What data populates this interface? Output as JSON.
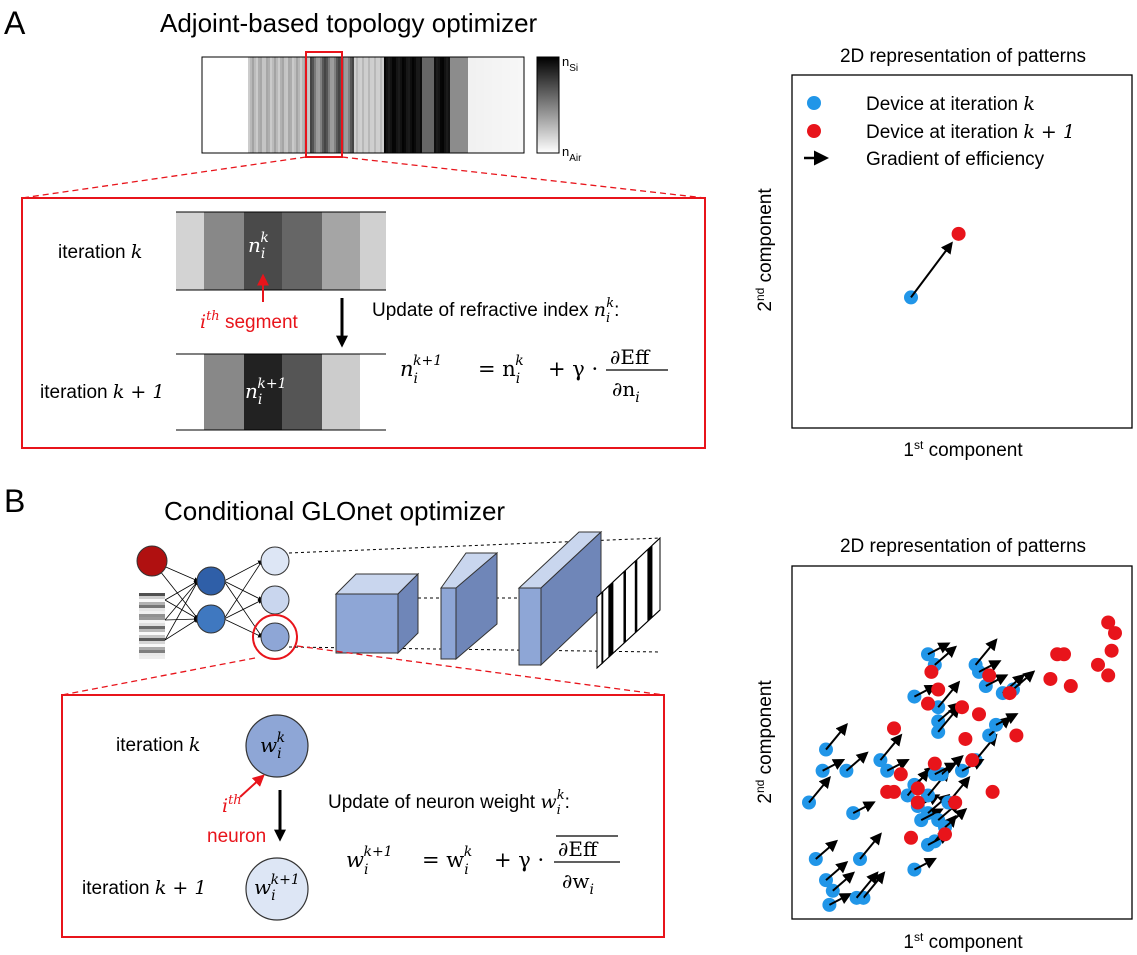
{
  "panel_a": {
    "letter": "A",
    "title": "Adjoint-based topology optimizer",
    "colorbar": {
      "top_label": "n",
      "top_sub": "Si",
      "bottom_label": "n",
      "bottom_sub": "Air"
    },
    "iteration_k_label": "iteration ",
    "iteration_k_var": "k",
    "iteration_k1_label": "iteration ",
    "iteration_k1_var": "k + 1",
    "segment_label_i": "i",
    "segment_label_th": "th",
    "segment_label_word": " segment",
    "cell_k_label": "n",
    "cell_k_sub": "i",
    "cell_k_sup": "k",
    "cell_k1_label": "n",
    "cell_k1_sub": "i",
    "cell_k1_sup": "k+1",
    "update_text": "Update of refractive index ",
    "update_var": "n",
    "update_var_sub": "i",
    "update_var_sup": "k",
    "update_colon": ":",
    "eq_lhs_var": "n",
    "eq_lhs_sub": "i",
    "eq_lhs_sup": "k+1",
    "eq_rhs_a": "= n",
    "eq_rhs_a_sub": "i",
    "eq_rhs_a_sup": "k",
    "eq_plus": "+ γ ·",
    "eq_numer": "∂Eff",
    "eq_denom": "∂n",
    "eq_denom_sub": "i"
  },
  "panel_a_plot": {
    "title": "2D representation of patterns",
    "legend": [
      {
        "label": "Device at iteration ",
        "var": "k",
        "color": "#2196e8"
      },
      {
        "label": "Device at iteration ",
        "var": "k + 1",
        "color": "#e8141b"
      },
      {
        "label": "Gradient of efficiency",
        "var": "",
        "color": "#000000"
      }
    ],
    "xlabel": "component",
    "xlabel_num": "1",
    "xlabel_sup": "st",
    "ylabel": "component",
    "ylabel_num": "2",
    "ylabel_sup": "nd"
  },
  "panel_b": {
    "letter": "B",
    "title": "Conditional GLOnet optimizer",
    "iteration_k_label": "iteration ",
    "iteration_k_var": "k",
    "iteration_k1_label": "iteration ",
    "iteration_k1_var": "k + 1",
    "neuron_i": "i",
    "neuron_th": "th",
    "neuron_word": "neuron",
    "cell_k_label": "w",
    "cell_k_sub": "i",
    "cell_k_sup": "k",
    "cell_k1_label": "w",
    "cell_k1_sub": "i",
    "cell_k1_sup": "k+1",
    "update_text": "Update of neuron weight ",
    "update_var": "w",
    "update_var_sub": "i",
    "update_var_sup": "k",
    "update_colon": ":",
    "eq_lhs_var": "w",
    "eq_lhs_sub": "i",
    "eq_lhs_sup": "k+1",
    "eq_rhs_a": "= w",
    "eq_rhs_a_sub": "i",
    "eq_rhs_a_sup": "k",
    "eq_plus": "+ γ ·",
    "eq_numer": "∂Eff",
    "eq_denom": "∂w",
    "eq_denom_sub": "i"
  },
  "panel_b_plot": {
    "title": "2D representation of patterns",
    "xlabel": "component",
    "xlabel_num": "1",
    "xlabel_sup": "st",
    "ylabel": "component",
    "ylabel_num": "2",
    "ylabel_sup": "nd"
  },
  "colors": {
    "blue_point": "#2196e8",
    "red_point": "#e8141b",
    "highlight_red": "#e8141b",
    "neuron_dark_red": "#b01010",
    "neuron_dark_blue": "#2f5fa8",
    "neuron_mid_blue": "#3f78c0",
    "neuron_light": "#c9d6ee",
    "neuron_k": "#8ea6d6",
    "neuron_k1": "#dde6f5",
    "box_blue": "#8ea6d6",
    "box_blue_dark": "#6f86b8"
  },
  "chart_data": [
    {
      "type": "scatter",
      "title": "2D representation of patterns",
      "xlabel": "1st component",
      "ylabel": "2nd component",
      "xlim": [
        0,
        100
      ],
      "ylim": [
        0,
        100
      ],
      "grid": false,
      "legend": "top-left",
      "series": [
        {
          "name": "Device at iteration k",
          "points": [
            [
              35,
              37
            ]
          ]
        },
        {
          "name": "Device at iteration k + 1",
          "points": [
            [
              49,
              55
            ]
          ]
        }
      ]
    },
    {
      "type": "scatter",
      "title": "2D representation of patterns",
      "xlabel": "1st component",
      "ylabel": "2nd component",
      "xlim": [
        0,
        100
      ],
      "ylim": [
        0,
        100
      ],
      "grid": false,
      "series": [
        {
          "name": "Device at iteration k",
          "points": [
            [
              40,
              75
            ],
            [
              42,
              72
            ],
            [
              43,
              60
            ],
            [
              36,
              63
            ],
            [
              43,
              56
            ],
            [
              43,
              53
            ],
            [
              55,
              70
            ],
            [
              65,
              65
            ],
            [
              10,
              48
            ],
            [
              9,
              42
            ],
            [
              16,
              42
            ],
            [
              26,
              45
            ],
            [
              28,
              42
            ],
            [
              36,
              38
            ],
            [
              34,
              35
            ],
            [
              37,
              32
            ],
            [
              40,
              30
            ],
            [
              54,
              45
            ],
            [
              50,
              42
            ],
            [
              58,
              52
            ],
            [
              42,
              22
            ],
            [
              38,
              28
            ],
            [
              43,
              28
            ],
            [
              5,
              33
            ],
            [
              18,
              30
            ],
            [
              7,
              17
            ],
            [
              20,
              17
            ],
            [
              36,
              14
            ],
            [
              10,
              11
            ],
            [
              21,
              6
            ],
            [
              11,
              4
            ],
            [
              12,
              8
            ],
            [
              19,
              6
            ],
            [
              40,
              21
            ],
            [
              45,
              26
            ],
            [
              40,
              35
            ],
            [
              60,
              55
            ],
            [
              44,
              41
            ],
            [
              54,
              72
            ],
            [
              57,
              66
            ],
            [
              62,
              64
            ],
            [
              46,
              33
            ],
            [
              42,
              41
            ]
          ]
        },
        {
          "name": "Device at iteration k + 1",
          "points": [
            [
              41,
              70
            ],
            [
              43,
              65
            ],
            [
              58,
              69
            ],
            [
              64,
              64
            ],
            [
              66,
              52
            ],
            [
              76,
              68
            ],
            [
              78,
              75
            ],
            [
              80,
              75
            ],
            [
              90,
              72
            ],
            [
              93,
              69
            ],
            [
              94,
              76
            ],
            [
              95,
              81
            ],
            [
              93,
              84
            ],
            [
              82,
              66
            ],
            [
              30,
              54
            ],
            [
              40,
              61
            ],
            [
              50,
              60
            ],
            [
              55,
              58
            ],
            [
              51,
              51
            ],
            [
              42,
              44
            ],
            [
              32,
              41
            ],
            [
              37,
              33
            ],
            [
              28,
              36
            ],
            [
              37,
              37
            ],
            [
              48,
              33
            ],
            [
              59,
              36
            ],
            [
              53,
              45
            ],
            [
              30,
              36
            ],
            [
              45,
              24
            ],
            [
              35,
              23
            ]
          ]
        }
      ]
    }
  ]
}
